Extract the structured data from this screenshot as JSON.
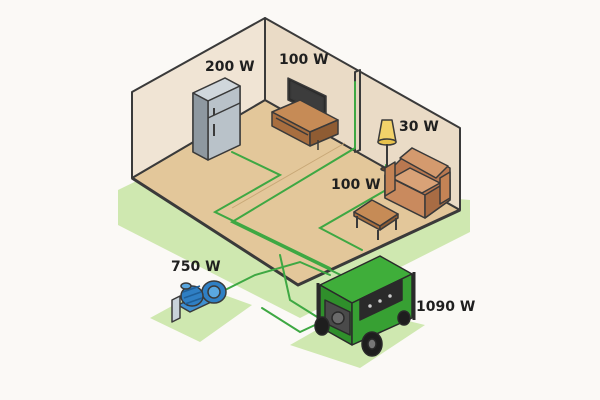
{
  "labels": {
    "fridge": "200 W",
    "tv": "100 W",
    "lamp": "30 W",
    "sofa_area": "100 W",
    "pump": "750 W",
    "generator_total": "1090 W"
  },
  "colors": {
    "background": "#fbf9f6",
    "grass": "#cfe8b0",
    "floor": "#e3c79a",
    "wall_back": "#f0e4d4",
    "wall_side": "#eadbc6",
    "wire": "#3ea843",
    "generator_body": "#3fae3a",
    "pump_body": "#2f7fc4",
    "sofa": "#c98a5e",
    "furniture_wood": "#b77a4a",
    "fridge": "#b9c2c9",
    "outline": "#3a3a3a"
  },
  "icons": [
    "refrigerator-icon",
    "television-icon",
    "floor-lamp-icon",
    "sofa-icon",
    "coffee-table-icon",
    "water-pump-icon",
    "generator-icon"
  ]
}
